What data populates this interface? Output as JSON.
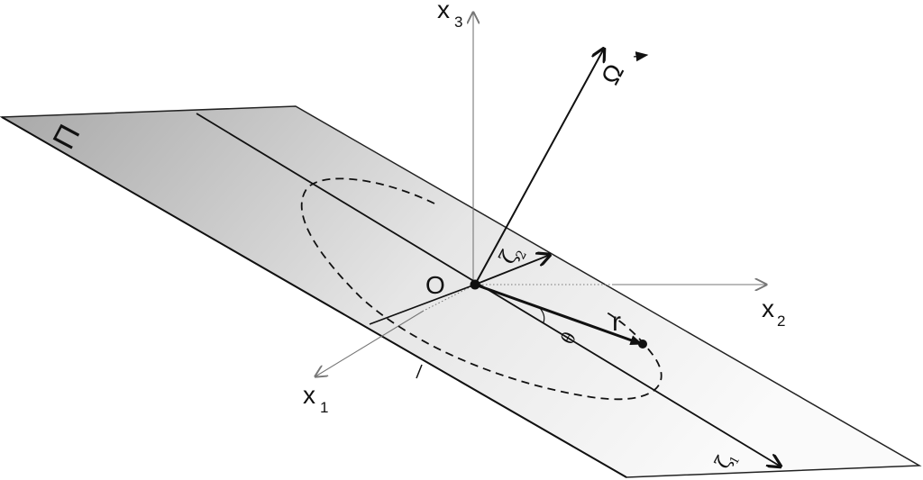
{
  "labels": {
    "plane": "Π",
    "x1": "x",
    "x1_sub": "1",
    "x2": "x",
    "x2_sub": "2",
    "x3": "x",
    "x3_sub": "3",
    "omega": "Ω",
    "origin": "O",
    "r": "r",
    "theta": "θ",
    "zeta1": "ζ",
    "zeta1_sub": "1",
    "zeta2": "ζ",
    "zeta2_sub": "2"
  },
  "colors": {
    "plane_light": "#fafafa",
    "plane_dark": "#a8a8a8",
    "ink": "#111111",
    "thin_axis": "#777777"
  }
}
